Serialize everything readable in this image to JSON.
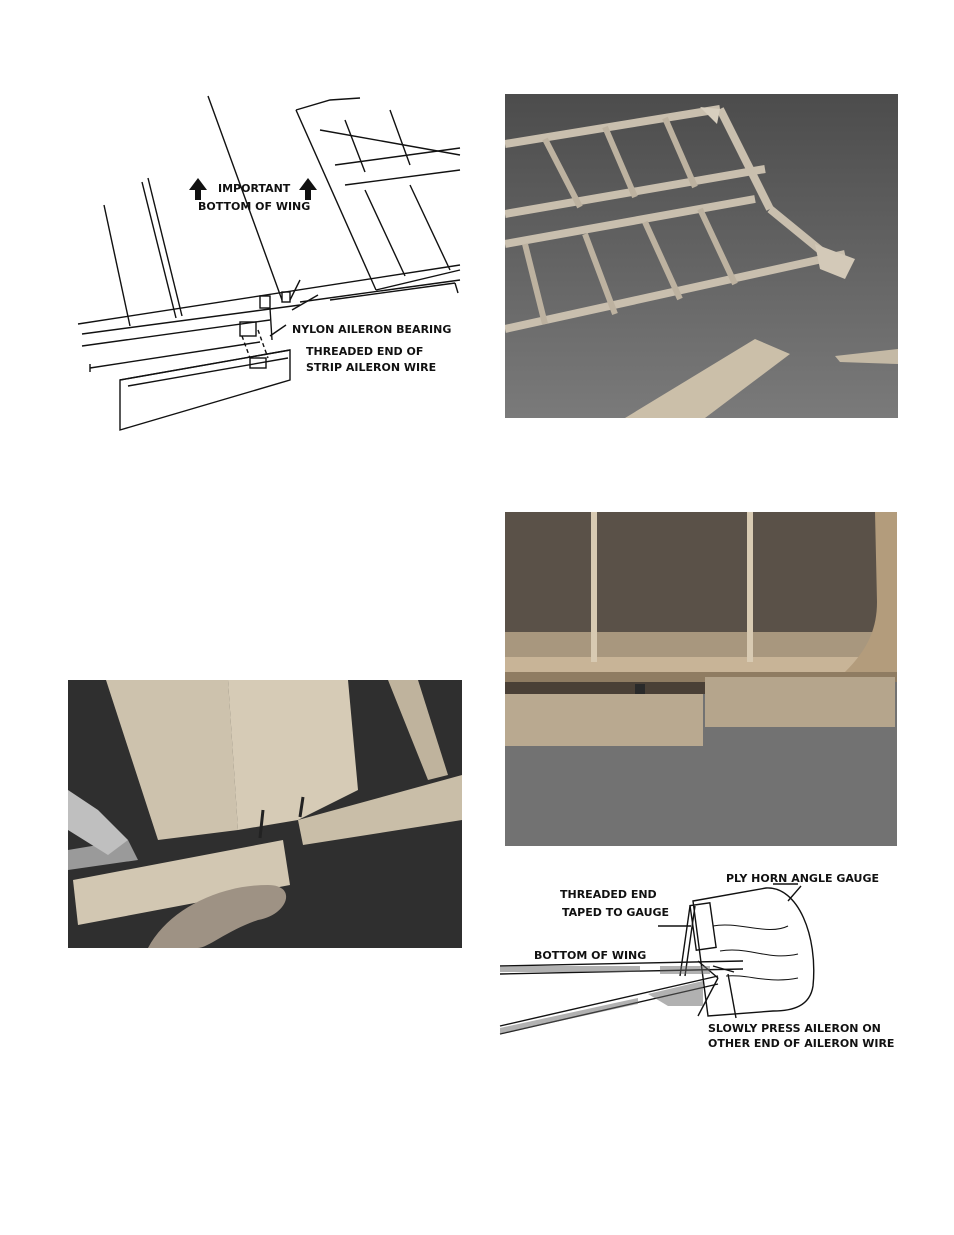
{
  "top_diagram": {
    "important": "IMPORTANT",
    "bottom_of_wing": "BOTTOM OF WING",
    "nylon_bearing": "NYLON AILERON BEARING",
    "threaded_end_line1": "THREADED END OF",
    "threaded_end_line2": "STRIP AILERON WIRE"
  },
  "bottom_diagram": {
    "ply_horn": "PLY HORN ANGLE GAUGE",
    "threaded_line1": "THREADED END",
    "threaded_line2": "TAPED TO GAUGE",
    "bottom_of_wing": "BOTTOM OF WING",
    "slowly_line1": "SLOWLY PRESS AILERON ON",
    "slowly_line2": "OTHER END OF AILERON WIRE"
  },
  "colors": {
    "balsa": "#c9bfae",
    "background_gray": "#6f6f6f",
    "ink": "#111111"
  }
}
